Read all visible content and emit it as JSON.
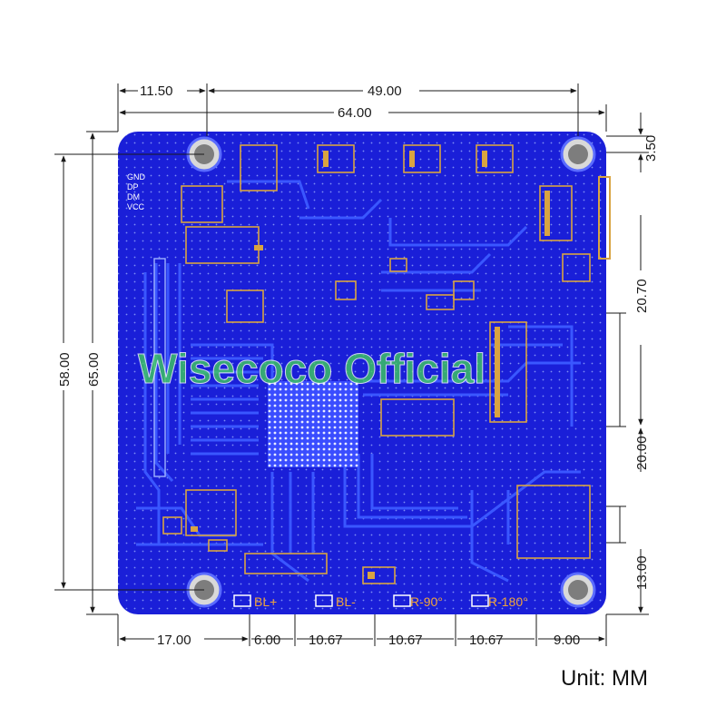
{
  "dimensions": {
    "top": [
      "11.50",
      "49.00",
      "64.00"
    ],
    "left": [
      "58.00",
      "65.00"
    ],
    "right": [
      "3.50",
      "20.70",
      "20.00",
      "13.00"
    ],
    "bottom": [
      "17.00",
      "6.00",
      "10.67",
      "10.67",
      "10.67",
      "9.00"
    ]
  },
  "unit_label": "Unit: MM",
  "watermark": "Wisecoco Official",
  "board_labels": {
    "usb_pins": [
      "GND",
      "DP",
      "DM",
      "VCC"
    ],
    "bottom_pads": [
      "BL+",
      "BL-",
      "R-90°",
      "R-180°"
    ]
  },
  "colors": {
    "board": "#1a1fd8",
    "trace": "#2f4cff",
    "copper": "#d9a441",
    "dimension_line": "#1a1a1a",
    "watermark": "#3fcf5a"
  }
}
